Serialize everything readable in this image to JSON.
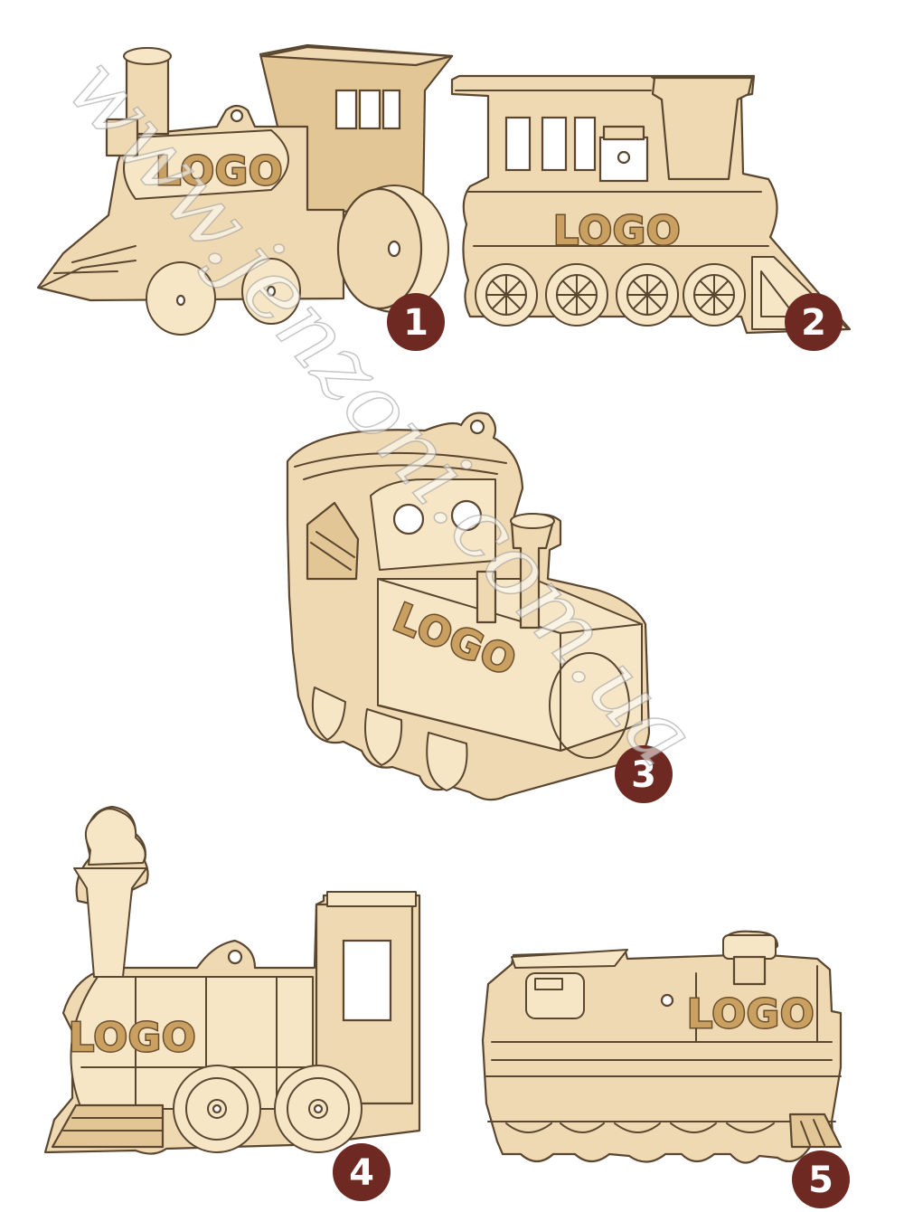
{
  "image": {
    "background": "#ffffff",
    "wood_color": "#efd9b2",
    "outline_color": "#5b4630",
    "badge_color": "#6e2a22"
  },
  "watermark": "www.jenzoni.com.ua",
  "ornaments": [
    {
      "number": "1",
      "logo": "LOGO"
    },
    {
      "number": "2",
      "logo": "LOGO"
    },
    {
      "number": "3",
      "logo": "LOGO"
    },
    {
      "number": "4",
      "logo": "LOGO"
    },
    {
      "number": "5",
      "logo": "LOGO"
    }
  ]
}
